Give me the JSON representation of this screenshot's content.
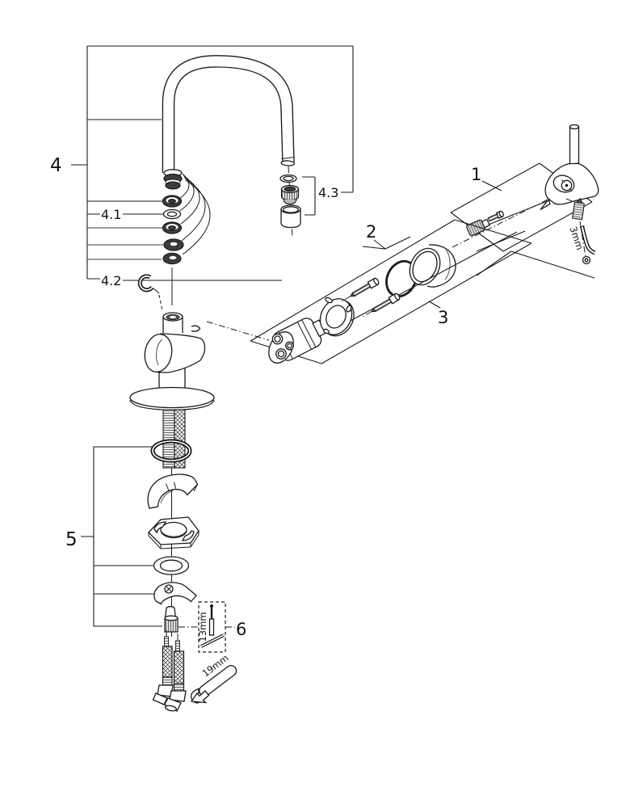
{
  "diagram": {
    "background": "#ffffff",
    "line_color": "#1a1a1a",
    "callouts": {
      "handle": "1",
      "cap": "2",
      "cartridge": "3",
      "spout": "4",
      "spout_seals": "4.1",
      "retaining_clip": "4.2",
      "aerator": "4.3",
      "mounting": "5",
      "socket_tool": "6"
    },
    "tools": {
      "hex_key": "3mm",
      "socket": "13mm",
      "open_end_wrench": "19mm"
    }
  }
}
